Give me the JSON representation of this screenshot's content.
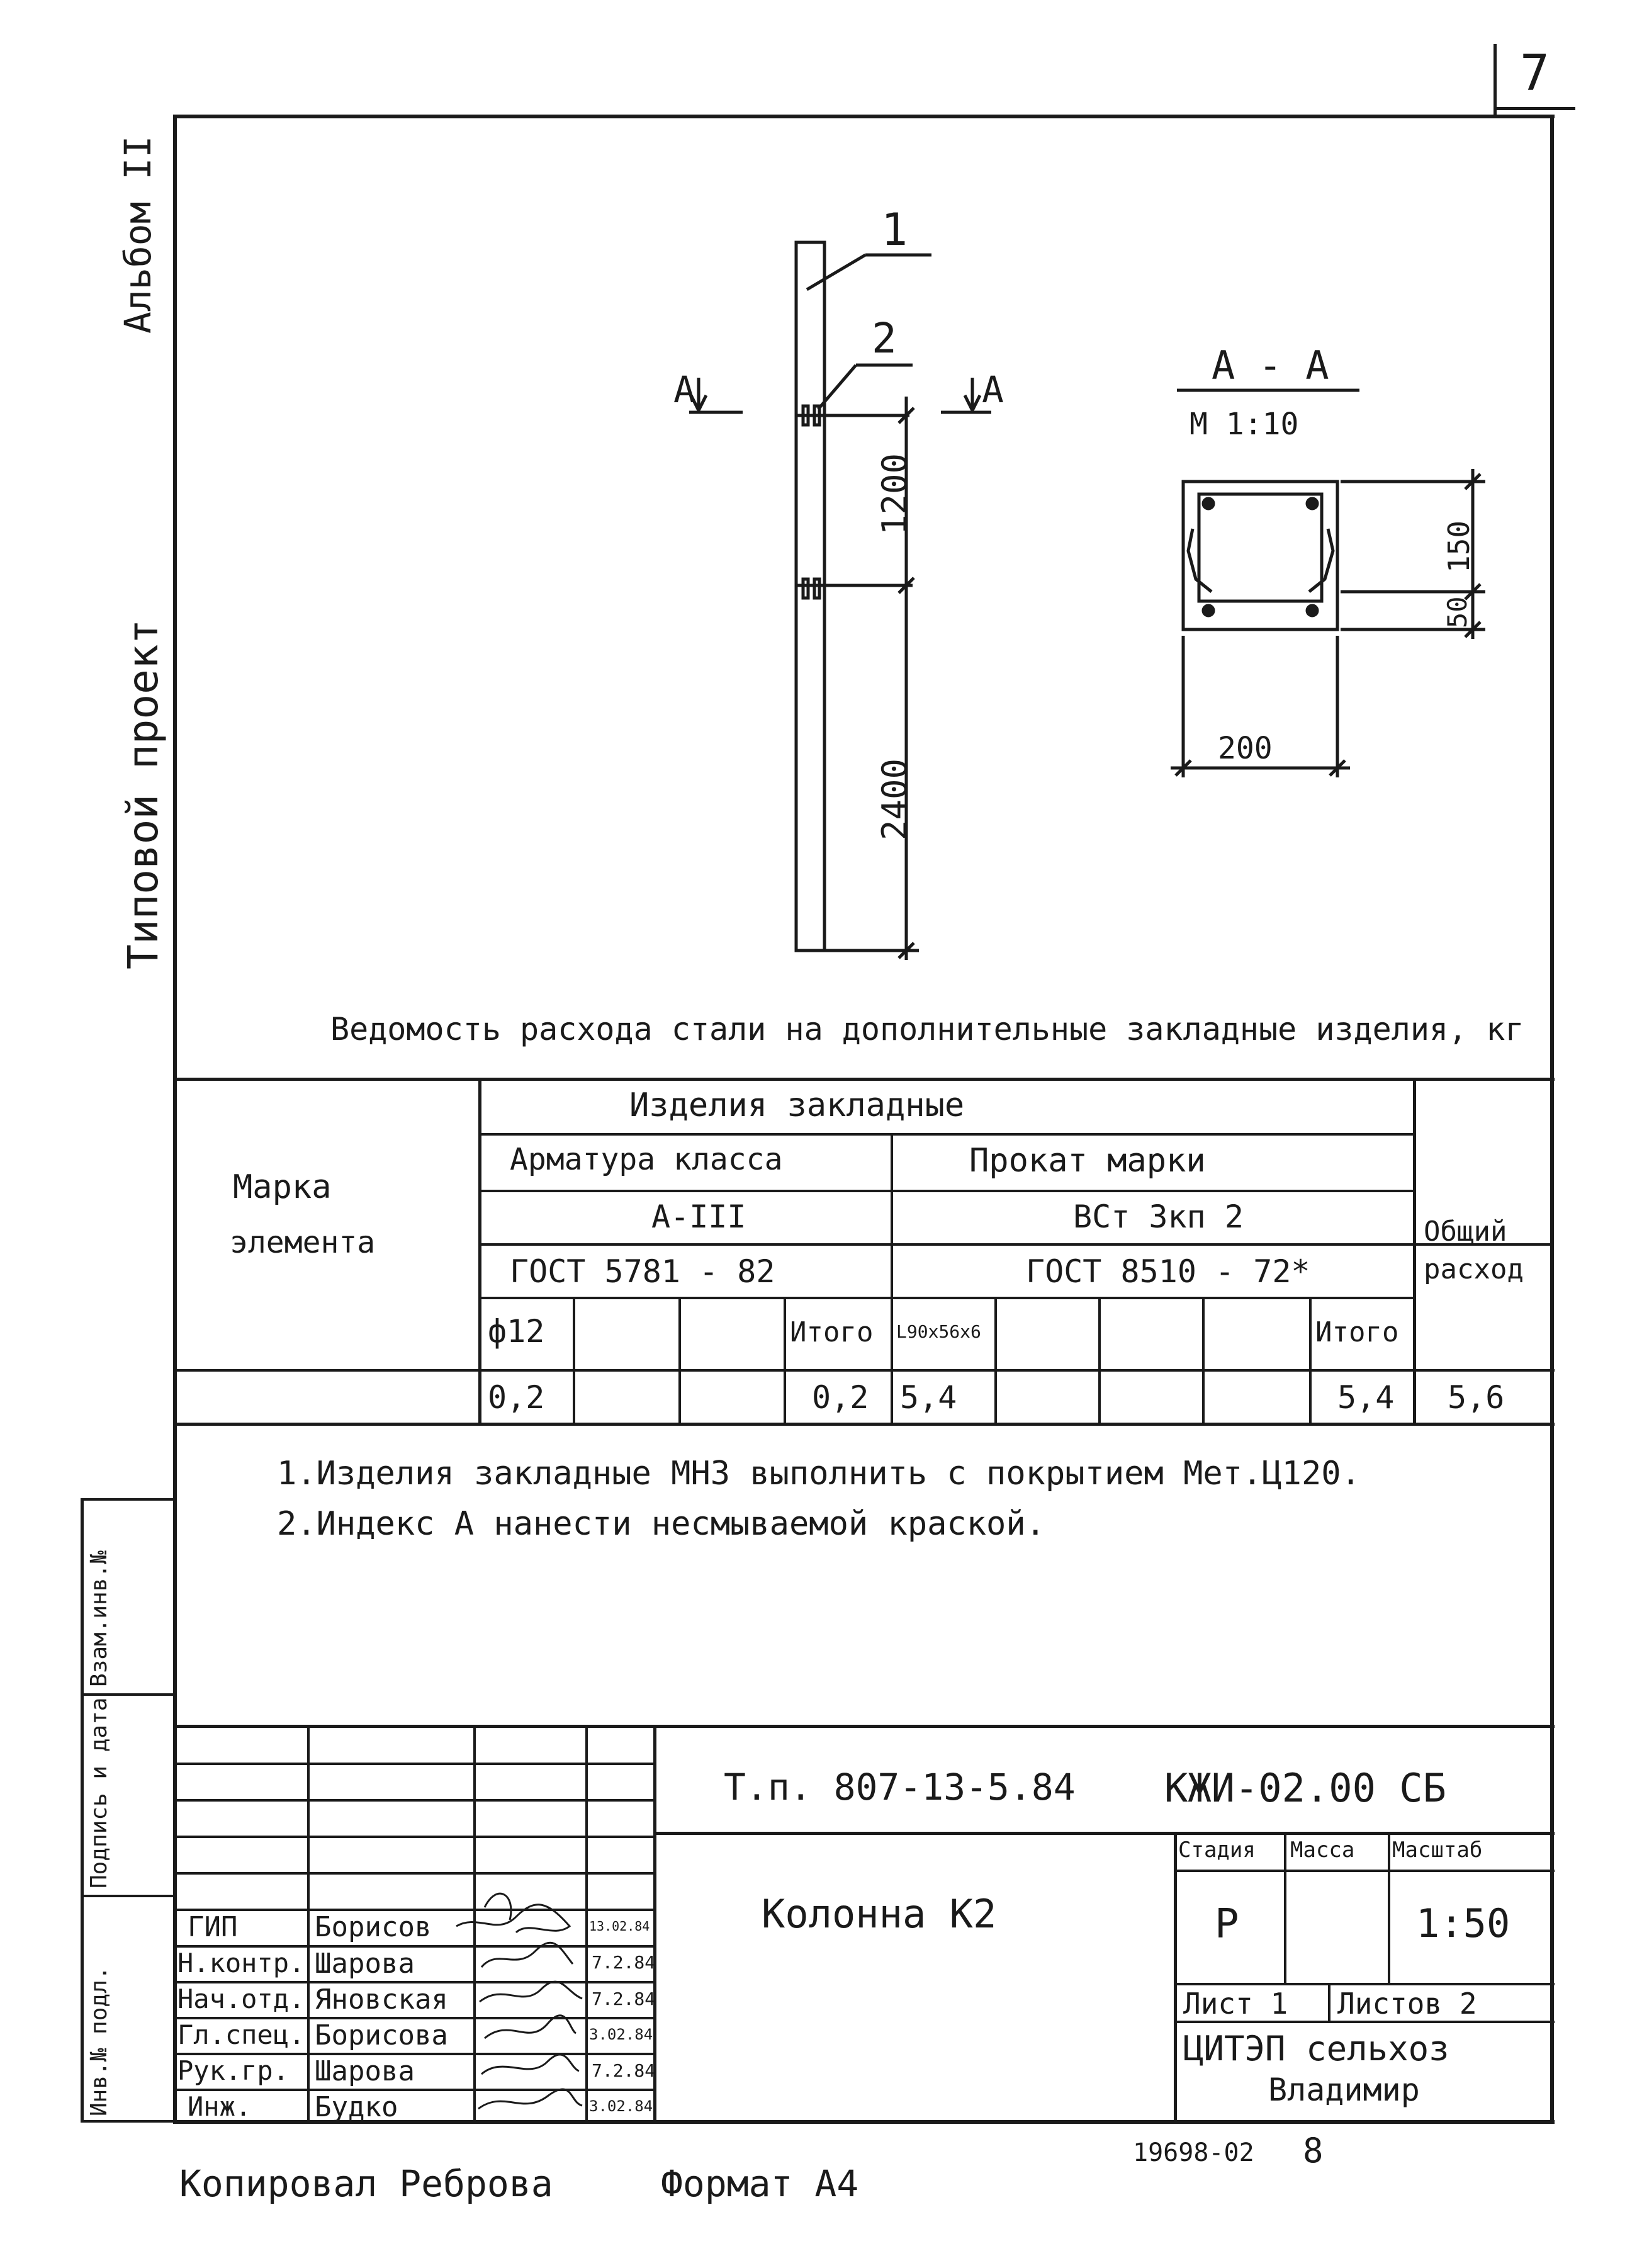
{
  "sheet_number": "7",
  "side": {
    "album": "Альбом II",
    "project": "Типовой проект",
    "inv_podl": "Инв.№ подл.",
    "podpis_data": "Подпись и дата",
    "vzam_inv": "Взам.инв.№"
  },
  "drawing": {
    "leader_1": "1",
    "leader_2": "2",
    "section_mark_left": "А",
    "section_mark_right": "А",
    "dim_1200": "1200",
    "dim_2400": "2400",
    "section_title": "А - А",
    "section_scale": "М 1:10",
    "dim_150": "150",
    "dim_50": "50",
    "dim_200": "200"
  },
  "table": {
    "title": "Ведомость расхода стали на дополнительные закладные изделия, кг",
    "col_marka_line1": "Марка",
    "col_marka_line2": "элемента",
    "izdeliya": "Изделия закладные",
    "armatura": "Арматура класса",
    "prokat": "Прокат марки",
    "armatura_class": "А-III",
    "prokat_mark": "ВСт 3кп 2",
    "gost_arm": "ГОСТ 5781 - 82",
    "gost_prokat": "ГОСТ 8510 - 72*",
    "total_line1": "Общий",
    "total_line2": "расход",
    "sub_headers": [
      "ф12",
      "",
      "",
      "Итого",
      "L90x56x6",
      "",
      "",
      "",
      "Итого"
    ],
    "row": [
      "",
      "0,2",
      "",
      "",
      "0,2",
      "5,4",
      "",
      "",
      "",
      "5,4",
      "5,6"
    ]
  },
  "notes": [
    "1.Изделия закладные МН3 выполнить с покрытием Мет.Ц120.",
    "2.Индекс А нанести несмываемой краской."
  ],
  "stamp": {
    "doc_code": "Т.п. 807-13-5.84",
    "doc_designation": "КЖИ-02.00 СБ",
    "name": "Колонна К2",
    "stage_label": "Стадия",
    "mass_label": "Масса",
    "scale_label": "Масштаб",
    "stage": "Р",
    "mass": "",
    "scale": "1:50",
    "sheet_label": "Лист 1",
    "sheets_label": "Листов 2",
    "org_line1": "ЦИТЭП сельхоз",
    "org_line2": "Владимир",
    "signers": [
      {
        "role": "ГИП",
        "name": "Борисов",
        "date": "13.02.84"
      },
      {
        "role": "Н.контр.",
        "name": "Шарова",
        "date": "7.2.84"
      },
      {
        "role": "Нач.отд.",
        "name": "Яновская",
        "date": "7.2.84"
      },
      {
        "role": "Гл.спец.",
        "name": "Борисова",
        "date": "3.02.84"
      },
      {
        "role": "Рук.гр.",
        "name": "Шарова",
        "date": "7.2.84"
      },
      {
        "role": "Инж.",
        "name": "Будко",
        "date": "3.02.84"
      }
    ]
  },
  "footer": {
    "copied": "Копировал Реброва",
    "format": "Формат А4",
    "archive_no": "19698-02",
    "page": "8"
  }
}
